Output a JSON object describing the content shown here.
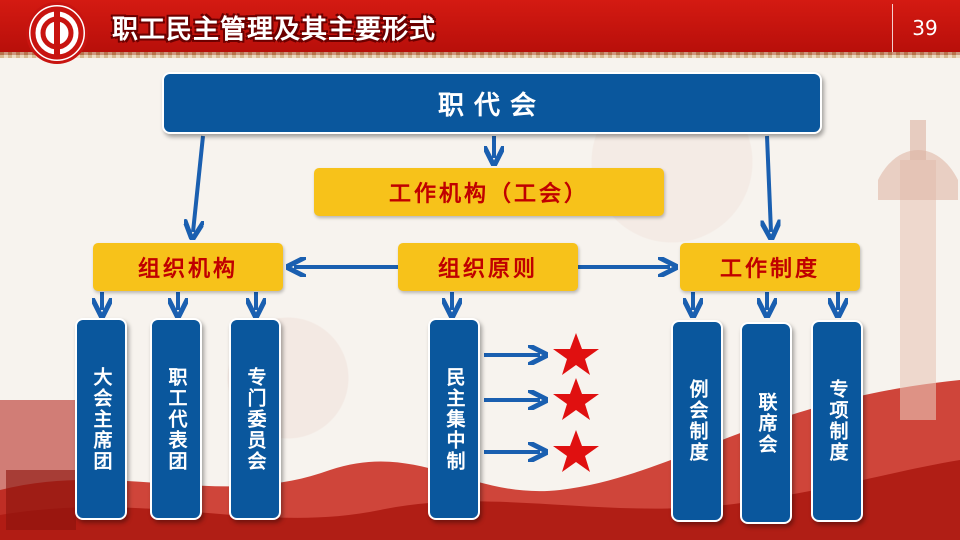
{
  "header": {
    "title": "职工民主管理及其主要形式",
    "page_number": "39"
  },
  "diagram": {
    "top": "职代会",
    "work_org": "工作机构（工会）",
    "org": "组织机构",
    "principle": "组织原则",
    "system": "工作制度",
    "org_children": [
      "大会主席团",
      "职工代表团",
      "专门委员会"
    ],
    "principle_child": "民主集中制",
    "system_children": [
      "例会制度",
      "联席会",
      "专项制度"
    ]
  },
  "colors": {
    "blue_box": "#0a579d",
    "yellow_box": "#f7c21a",
    "yellow_text": "#c00000",
    "header_red": "#d41a12",
    "star_red": "#e01010",
    "arrow_blue": "#1a5fb0"
  }
}
